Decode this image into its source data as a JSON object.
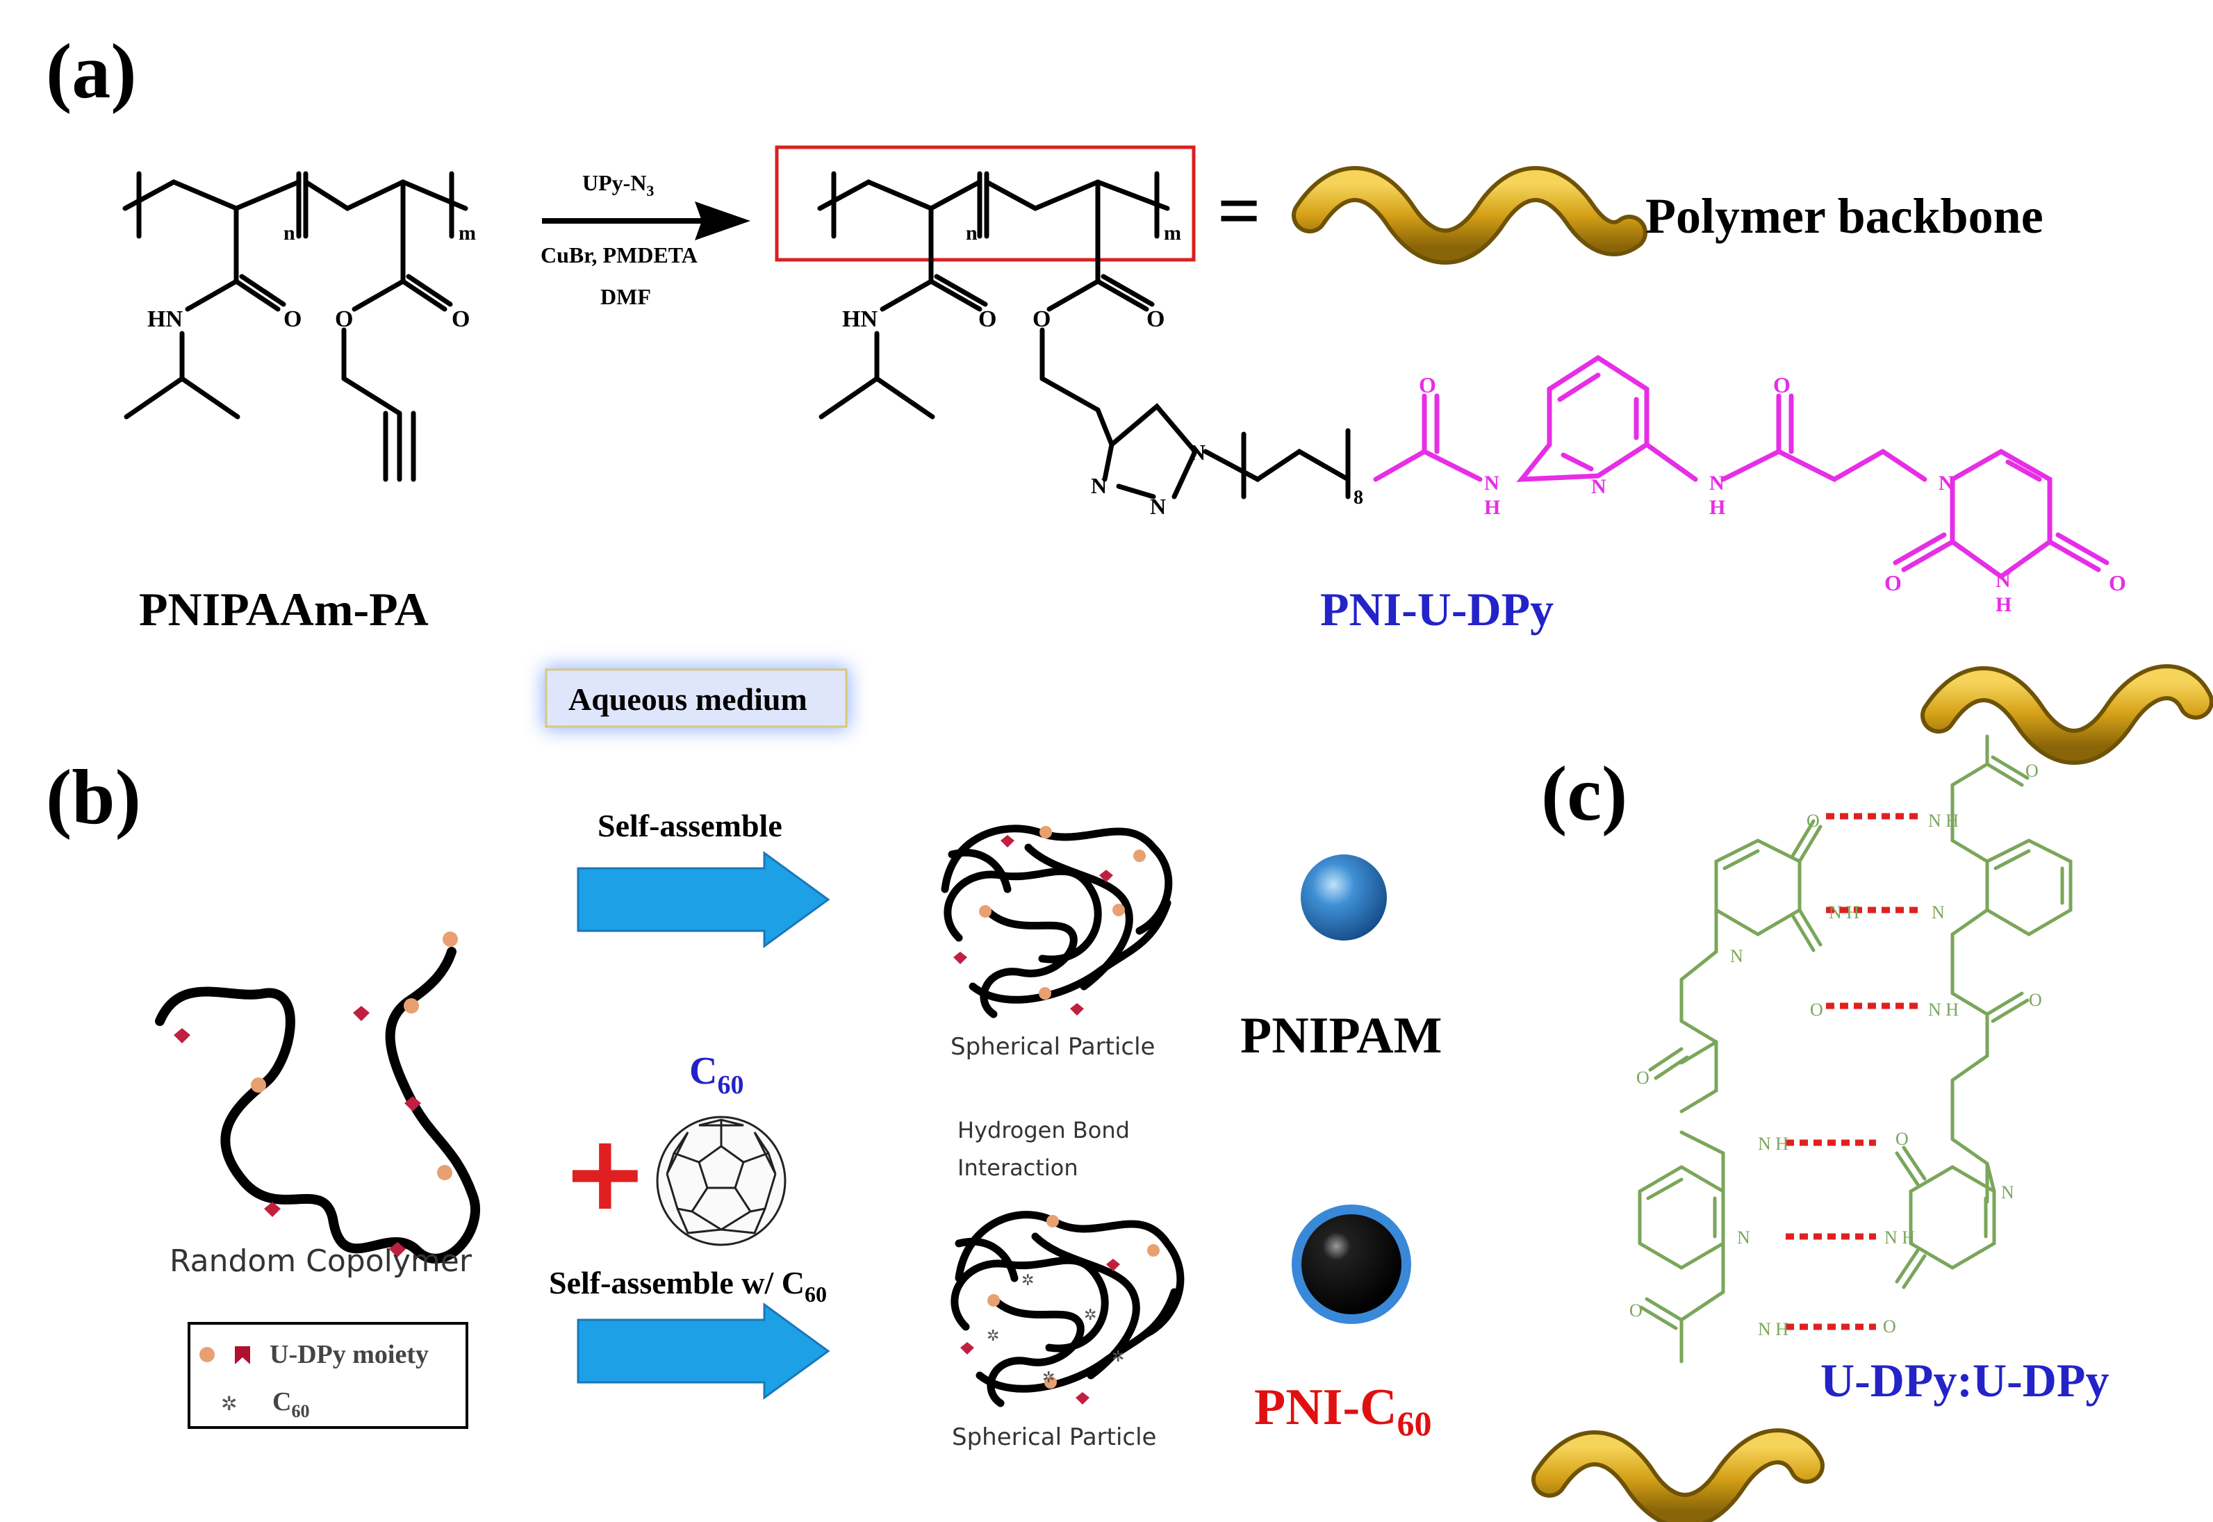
{
  "panel_labels": {
    "a": "(a)",
    "b": "(b)",
    "c": "(c)"
  },
  "panel_a": {
    "reactant": {
      "name": "PNIPAAm-PA",
      "hn": "HN",
      "o1": "O",
      "o2": "O",
      "o3": "O",
      "n": "n",
      "m": "m"
    },
    "reagents": {
      "line1": "UPy-N",
      "line1_sub": "3",
      "line2": "CuBr, PMDETA",
      "line3": "DMF"
    },
    "product": {
      "name": "PNI-U-DPy",
      "hn": "HN",
      "o1": "O",
      "o2": "O",
      "o3": "O",
      "n": "n",
      "m": "m",
      "triazole_n1": "N",
      "triazole_n2": "N",
      "triazole_n3": "N",
      "chain_repeat": "8",
      "amide_o1": "O",
      "nh1_n": "N",
      "nh1_h": "H",
      "pyridine_n": "N",
      "nh2_n": "N",
      "nh2_h": "H",
      "amide_o2": "O",
      "uracil_n": "N",
      "uracil_o1": "O",
      "uracil_nh_n": "N",
      "uracil_nh_h": "H",
      "uracil_o2": "O"
    },
    "equals": "=",
    "backbone_label": "Polymer backbone"
  },
  "panel_b": {
    "medium_label": "Aqueous medium",
    "self_assemble": "Self-assemble",
    "self_assemble_c60": "Self-assemble w/ C",
    "self_assemble_c60_sub": "60",
    "c60_label": "C",
    "c60_sub": "60",
    "plus": "+",
    "random_copolymer": "Random Copolymer",
    "legend": {
      "udpy": "U-DPy moiety",
      "c60": "C",
      "c60_sub": "60"
    },
    "spherical_particle_1": "Spherical Particle",
    "spherical_particle_2": "Spherical Particle",
    "hbond_line1": "Hydrogen Bond",
    "hbond_line2": "Interaction",
    "pnipam_label": "PNIPAM",
    "pnic60_label": "PNI-C",
    "pnic60_sub": "60"
  },
  "panel_c": {
    "dimer_label": "U-DPy:U-DPy",
    "atom_o": "O",
    "atom_n": "N",
    "atom_nh": "N H"
  },
  "colors": {
    "magenta": "#e62ee6",
    "blue_label": "#2323c8",
    "red_label": "#e01010",
    "green_struct": "#7aa65a",
    "gold": "#d4a017",
    "arrow_blue": "#1ea0e6",
    "hbond_red": "#e02020"
  }
}
